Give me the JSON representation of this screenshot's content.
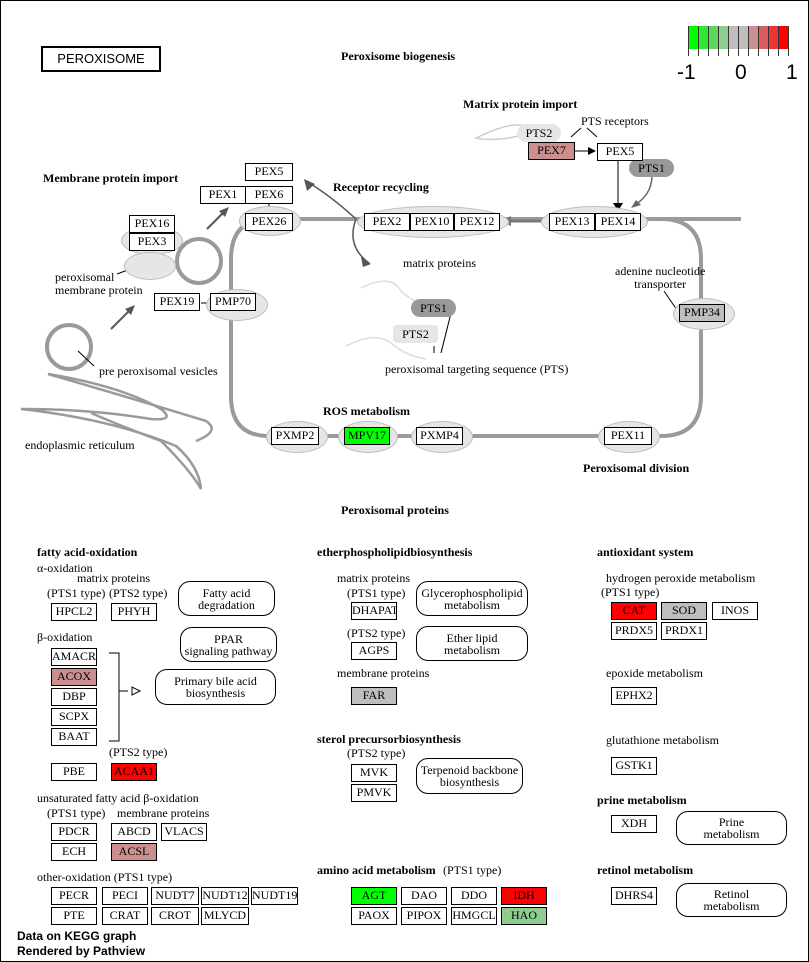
{
  "title": "PEROXISOME",
  "legend": {
    "colors": [
      "#00ff00",
      "#33e633",
      "#5cd65c",
      "#8fcc8f",
      "#bebebe",
      "#bebebe",
      "#cc8f8f",
      "#dd5c5c",
      "#ee3333",
      "#ff0000"
    ],
    "labels": [
      "-1",
      "0",
      "1"
    ]
  },
  "colors": {
    "up_strong": "#ff0000",
    "up_mild": "#cc8f8f",
    "down_strong": "#00ff00",
    "down_mild": "#8fcc8f",
    "neutral": "#bebebe",
    "none": "#ffffff"
  },
  "headings": {
    "biogenesis": "Peroxisome biogenesis",
    "matrix_import": "Matrix protein import",
    "membrane_import": "Membrane protein import",
    "receptor_recycling": "Receptor recycling",
    "ros": "ROS metabolism",
    "division": "Peroxisomal division",
    "proteins": "Peroxisomal  proteins"
  },
  "labels": {
    "pts_receptors": "PTS receptors",
    "matrix_proteins": "matrix proteins",
    "pmp": "peroxisomal\nmembrane protein",
    "ppv": "pre peroxisomal vesicles",
    "er": "endoplasmic reticulum",
    "pts_seq": "peroxisomal targeting sequence (PTS)",
    "ant": "adenine nucleotide\ntransporter",
    "pts1": "PTS1",
    "pts2": "PTS2"
  },
  "top_genes": [
    {
      "id": "PEX5a",
      "label": "PEX5",
      "color": "#ffffff"
    },
    {
      "id": "PEX1",
      "label": "PEX1",
      "color": "#ffffff"
    },
    {
      "id": "PEX6",
      "label": "PEX6",
      "color": "#ffffff"
    },
    {
      "id": "PEX26",
      "label": "PEX26",
      "color": "#ffffff"
    },
    {
      "id": "PEX16",
      "label": "PEX16",
      "color": "#ffffff"
    },
    {
      "id": "PEX3",
      "label": "PEX3",
      "color": "#ffffff"
    },
    {
      "id": "PEX19",
      "label": "PEX19",
      "color": "#ffffff"
    },
    {
      "id": "PMP70",
      "label": "PMP70",
      "color": "#ffffff"
    },
    {
      "id": "PEX2",
      "label": "PEX2",
      "color": "#ffffff"
    },
    {
      "id": "PEX10",
      "label": "PEX10",
      "color": "#ffffff"
    },
    {
      "id": "PEX12",
      "label": "PEX12",
      "color": "#ffffff"
    },
    {
      "id": "PEX13",
      "label": "PEX13",
      "color": "#ffffff"
    },
    {
      "id": "PEX14",
      "label": "PEX14",
      "color": "#ffffff"
    },
    {
      "id": "PEX7",
      "label": "PEX7",
      "color": "#cc8f8f"
    },
    {
      "id": "PEX5b",
      "label": "PEX5",
      "color": "#ffffff"
    },
    {
      "id": "PMP34",
      "label": "PMP34",
      "color": "#bebebe"
    },
    {
      "id": "PXMP2",
      "label": "PXMP2",
      "color": "#ffffff"
    },
    {
      "id": "MPV17",
      "label": "MPV17",
      "color": "#00ff00"
    },
    {
      "id": "PXMP4",
      "label": "PXMP4",
      "color": "#ffffff"
    },
    {
      "id": "PEX11",
      "label": "PEX11",
      "color": "#ffffff"
    }
  ],
  "sections": {
    "fatty": {
      "title": "fatty acid-oxidation",
      "alpha": "α-oxidation",
      "matrix": "matrix proteins",
      "pts1": "(PTS1 type)",
      "pts2": "(PTS2 type)",
      "beta": "β-oxidation",
      "pts2b": "(PTS2 type)",
      "unsat": "unsaturated fatty acid β-oxidation",
      "pts1b": "(PTS1 type)",
      "membrane": "membrane proteins",
      "other": "other-oxidation (PTS1 type)"
    },
    "ether": {
      "title": "etherphospholipidbiosynthesis",
      "matrix": "matrix proteins",
      "pts1": "(PTS1 type)",
      "pts2": "(PTS2 type)",
      "membrane": "membrane proteins"
    },
    "sterol": {
      "title": "sterol precursorbiosynthesis",
      "pts2": "(PTS2 type)"
    },
    "amino": {
      "title": "amino acid metabolism",
      "pts1": "(PTS1 type)"
    },
    "antiox": {
      "title": "antioxidant system",
      "h2o2": "hydrogen peroxide metabolism",
      "pts1": "(PTS1 type)",
      "epoxide": "epoxide metabolism",
      "glut": "glutathione metabolism"
    },
    "prine": {
      "title": "prine metabolism"
    },
    "retinol": {
      "title": "retinol metabolism"
    }
  },
  "bottom_genes": [
    {
      "label": "HPCL2",
      "color": "#ffffff"
    },
    {
      "label": "PHYH",
      "color": "#ffffff"
    },
    {
      "label": "AMACR",
      "color": "#ffffff"
    },
    {
      "label": "ACOX",
      "color": "#cc8f8f"
    },
    {
      "label": "DBP",
      "color": "#ffffff"
    },
    {
      "label": "SCPX",
      "color": "#ffffff"
    },
    {
      "label": "BAAT",
      "color": "#ffffff"
    },
    {
      "label": "PBE",
      "color": "#ffffff"
    },
    {
      "label": "ACAA1",
      "color": "#ff0000"
    },
    {
      "label": "PDCR",
      "color": "#ffffff"
    },
    {
      "label": "ABCD",
      "color": "#ffffff"
    },
    {
      "label": "VLACS",
      "color": "#ffffff"
    },
    {
      "label": "ECH",
      "color": "#ffffff"
    },
    {
      "label": "ACSL",
      "color": "#cc8f8f"
    },
    {
      "label": "PECR",
      "color": "#ffffff"
    },
    {
      "label": "PECI",
      "color": "#ffffff"
    },
    {
      "label": "NUDT7",
      "color": "#ffffff"
    },
    {
      "label": "NUDT12",
      "color": "#ffffff"
    },
    {
      "label": "NUDT19",
      "color": "#ffffff"
    },
    {
      "label": "PTE",
      "color": "#ffffff"
    },
    {
      "label": "CRAT",
      "color": "#ffffff"
    },
    {
      "label": "CROT",
      "color": "#ffffff"
    },
    {
      "label": "MLYCD",
      "color": "#ffffff"
    },
    {
      "label": "DHAPAT",
      "color": "#ffffff"
    },
    {
      "label": "AGPS",
      "color": "#ffffff"
    },
    {
      "label": "FAR",
      "color": "#bebebe"
    },
    {
      "label": "MVK",
      "color": "#ffffff"
    },
    {
      "label": "PMVK",
      "color": "#ffffff"
    },
    {
      "label": "AGT",
      "color": "#00ff00"
    },
    {
      "label": "DAO",
      "color": "#ffffff"
    },
    {
      "label": "DDO",
      "color": "#ffffff"
    },
    {
      "label": "IDH",
      "color": "#ff0000"
    },
    {
      "label": "PAOX",
      "color": "#ffffff"
    },
    {
      "label": "PIPOX",
      "color": "#ffffff"
    },
    {
      "label": "HMGCL",
      "color": "#ffffff"
    },
    {
      "label": "HAO",
      "color": "#8fcc8f"
    },
    {
      "label": "CAT",
      "color": "#ff0000"
    },
    {
      "label": "SOD",
      "color": "#bebebe"
    },
    {
      "label": "INOS",
      "color": "#ffffff"
    },
    {
      "label": "PRDX5",
      "color": "#ffffff"
    },
    {
      "label": "PRDX1",
      "color": "#ffffff"
    },
    {
      "label": "EPHX2",
      "color": "#ffffff"
    },
    {
      "label": "GSTK1",
      "color": "#ffffff"
    },
    {
      "label": "XDH",
      "color": "#ffffff"
    },
    {
      "label": "DHRS4",
      "color": "#ffffff"
    }
  ],
  "maps": [
    {
      "label": "Fatty acid\ndegradation"
    },
    {
      "label": "PPAR\nsignaling pathway"
    },
    {
      "label": "Primary bile acid\nbiosynthesis"
    },
    {
      "label": "Glycerophospholipid\nmetabolism"
    },
    {
      "label": "Ether lipid\nmetabolism"
    },
    {
      "label": "Terpenoid backbone\nbiosynthesis"
    },
    {
      "label": "Prine\nmetabolism"
    },
    {
      "label": "Retinol\nmetabolism"
    }
  ],
  "footer": {
    "line1": "Data on KEGG graph",
    "line2": "Rendered by Pathview"
  }
}
